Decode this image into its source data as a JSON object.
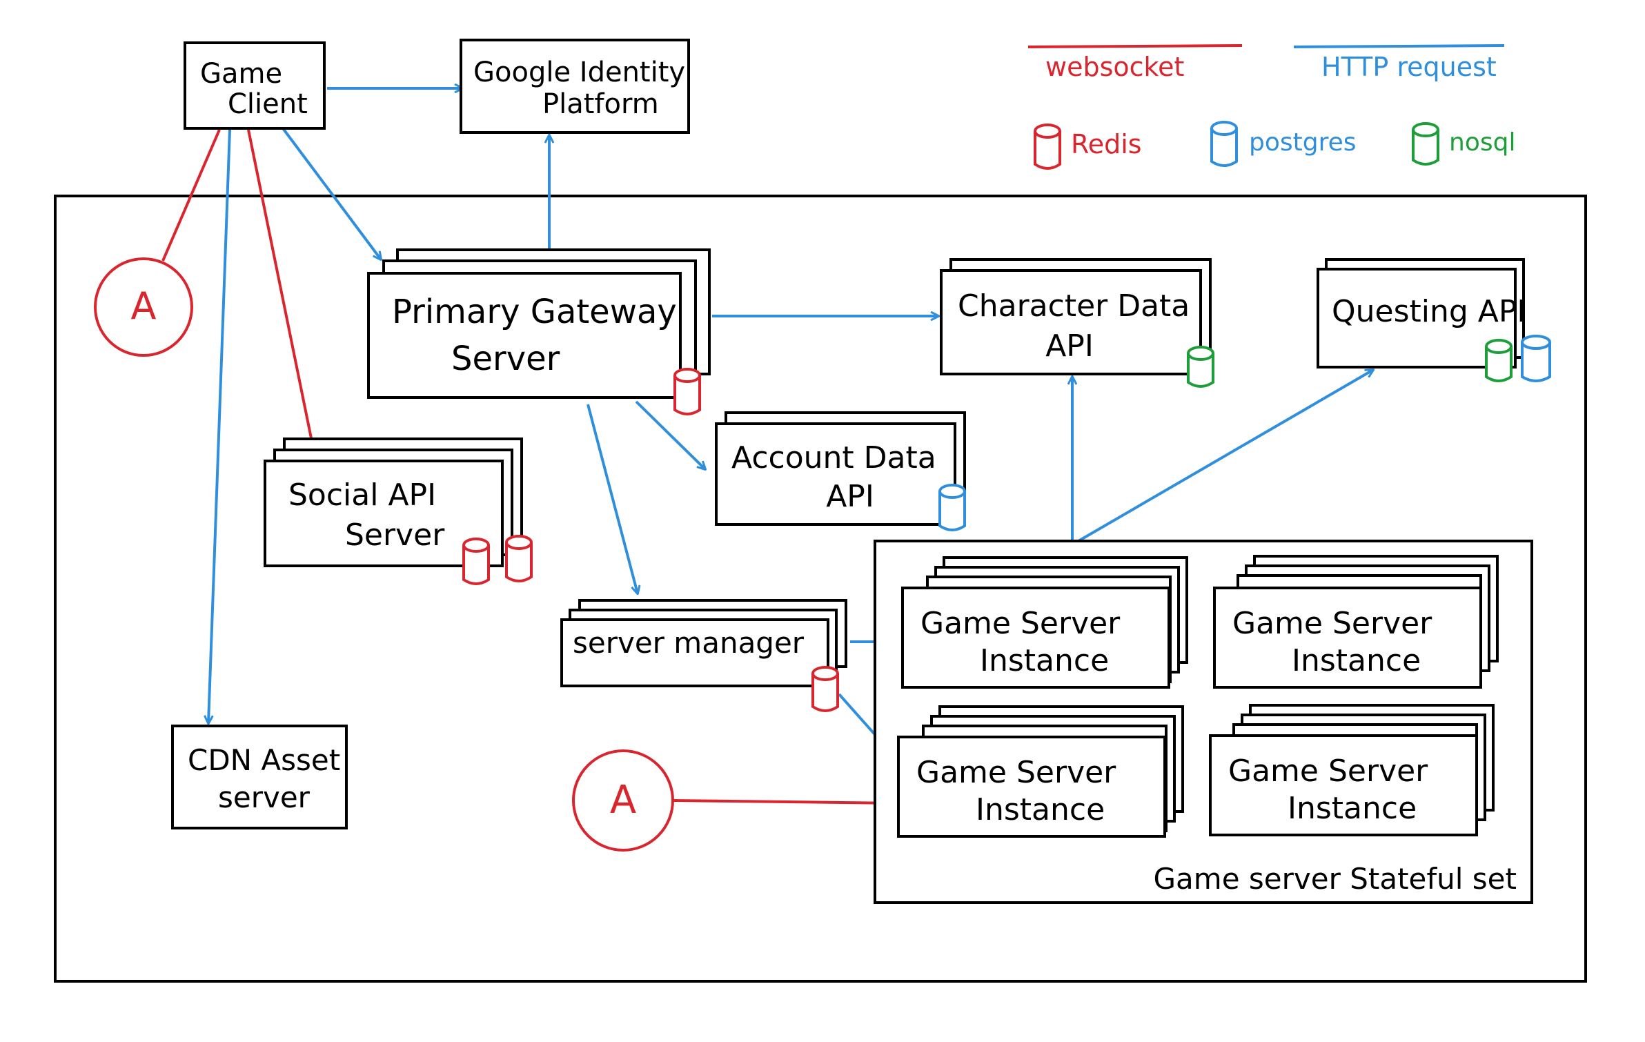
{
  "legend": {
    "websocket": "websocket",
    "http": "HTTP request",
    "redis": "Redis",
    "postgres": "postgres",
    "nosql": "nosql"
  },
  "colors": {
    "websocket": "#d9262e",
    "http": "#2f8fdc",
    "redis": "#d9262e",
    "postgres": "#2f8fdc",
    "nosql": "#1e9e3a",
    "box": "#000000"
  },
  "nodes": {
    "game_client": [
      "Game",
      "Client"
    ],
    "google_identity": [
      "Google Identity",
      "Platform"
    ],
    "primary_gateway": [
      "Primary Gateway",
      "Server"
    ],
    "character_data": [
      "Character Data",
      "API"
    ],
    "questing": [
      "Questing API"
    ],
    "account_data": [
      "Account Data",
      "API"
    ],
    "social_api": [
      "Social API",
      "Server"
    ],
    "server_manager": [
      "server manager"
    ],
    "cdn": [
      "CDN Asset",
      "server"
    ],
    "game_server_instance": [
      "Game Server",
      "Instance"
    ],
    "stateful_set": "Game server Stateful set",
    "connector": "A"
  }
}
